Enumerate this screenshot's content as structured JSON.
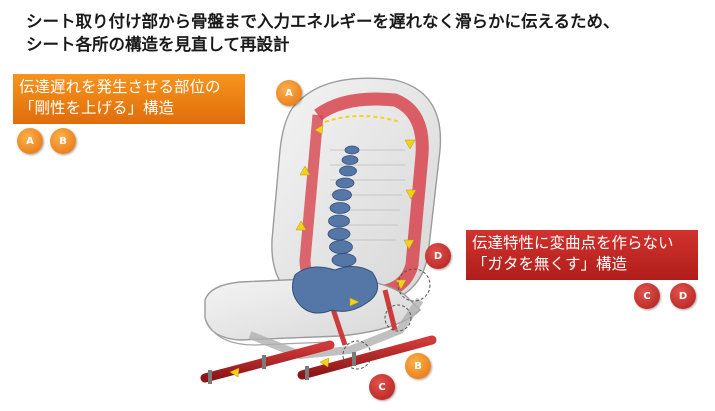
{
  "headline": {
    "line1": "シート取り付け部から骨盤まで入力エネルギーを遅れなく滑らかに伝えるため、",
    "line2": "シート各所の構造を見直して再設計"
  },
  "callout_a": {
    "line1": "伝達遅れを発生させる部位の",
    "line2": "「剛性を上げる」構造",
    "badges": [
      "A",
      "B"
    ],
    "color": "#ef7f1a"
  },
  "callout_b": {
    "line1": "伝達特性に変曲点を作らない",
    "line2": "「ガタを無くす」構造",
    "badges": [
      "C",
      "D"
    ],
    "color": "#c4282a"
  },
  "markers": {
    "a": "A",
    "b": "B",
    "c": "C",
    "d": "D"
  }
}
